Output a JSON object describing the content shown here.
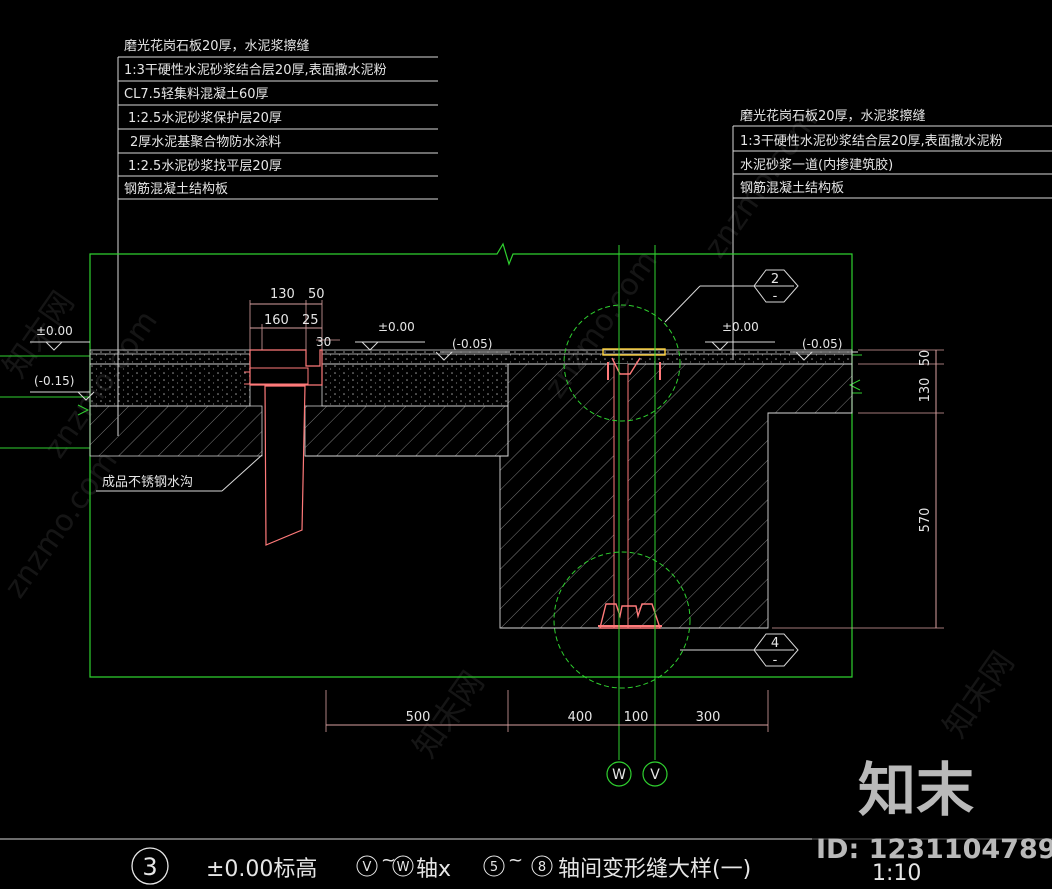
{
  "left_notes": [
    "磨光花岗石板20厚，水泥浆擦缝",
    "1:3干硬性水泥砂浆结合层20厚,表面撒水泥粉",
    "CL7.5轻集料混凝土60厚",
    "1:2.5水泥砂浆保护层20厚",
    "2厚水泥基聚合物防水涂料",
    "1:2.5水泥砂浆找平层20厚",
    "钢筋混凝土结构板"
  ],
  "right_notes": [
    "磨光花岗石板20厚，水泥浆擦缝",
    "1:3干硬性水泥砂浆结合层20厚,表面撒水泥粉",
    "水泥砂浆一道(内掺建筑胶)",
    "钢筋混凝土结构板"
  ],
  "elevations": {
    "left_zero": "±0.00",
    "left_minus": "(-0.15)",
    "mid_zero": "±0.00",
    "mid_minus": "(-0.05)",
    "right_zero": "±0.00",
    "right_minus": "(-0.05)"
  },
  "dims_top": {
    "d130": "130",
    "d50": "50",
    "d160": "160",
    "d25": "25",
    "d30": "30"
  },
  "dims_right": {
    "d50": "50",
    "d130": "130",
    "d570": "570"
  },
  "dims_bottom": {
    "d500": "500",
    "d400": "400",
    "d100": "100",
    "d300": "300"
  },
  "drain_label": "成品不锈钢水沟",
  "detail_refs": [
    {
      "num": "2",
      "sheet": "-"
    },
    {
      "num": "4",
      "sheet": "-"
    }
  ],
  "axis_labels": {
    "w": "W",
    "v": "V"
  },
  "title": {
    "number": "3",
    "prefix": "±0.00标高",
    "ax_v": "V",
    "tilde": "~",
    "ax_w": "W",
    "mid": "轴x",
    "ax5": "5",
    "ax8": "8",
    "suffix": "轴间变形缝大样(一)",
    "scale": "1:10"
  },
  "watermarks": {
    "site": "znzmo.com",
    "cn": "知末网",
    "brand": "知末",
    "id": "ID: 1231104789"
  },
  "colors": {
    "background": "#000000",
    "outline_green": "#2fd02f",
    "cad_pink": "#ff7a7a",
    "dim_pink": "#d9a0a0",
    "leader_white": "#d8d8d8",
    "concrete_gray": "#8c8c8c"
  }
}
